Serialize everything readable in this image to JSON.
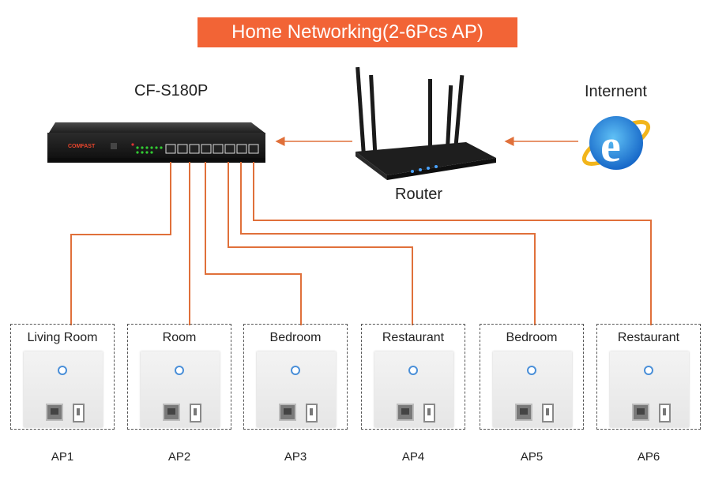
{
  "title": "Home Networking(2-6Pcs AP)",
  "switch": {
    "model_label": "CF-S180P",
    "brand": "COMFAST",
    "icon": "poe-switch-icon"
  },
  "router": {
    "label": "Router",
    "icon": "router-icon"
  },
  "internet": {
    "label": "Internent",
    "icon": "internet-explorer-icon"
  },
  "colors": {
    "accent": "#f26436",
    "line": "#e0703a",
    "ie_blue": "#1a7fd6"
  },
  "aps": [
    {
      "room": "Living Room",
      "name": "AP1"
    },
    {
      "room": "Room",
      "name": "AP2"
    },
    {
      "room": "Bedroom",
      "name": "AP3"
    },
    {
      "room": "Restaurant",
      "name": "AP4"
    },
    {
      "room": "Bedroom",
      "name": "AP5"
    },
    {
      "room": "Restaurant",
      "name": "AP6"
    }
  ]
}
